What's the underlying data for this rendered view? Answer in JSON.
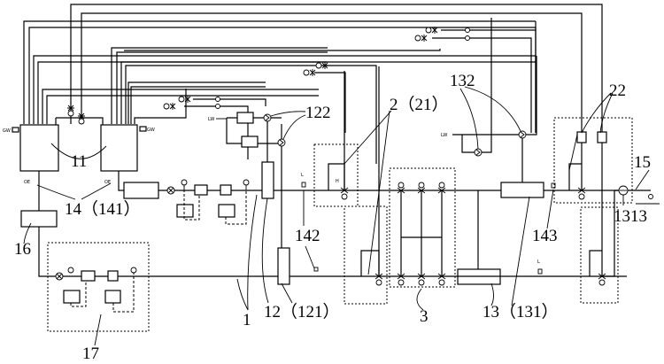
{
  "diagram": {
    "type": "process-flow-schematic",
    "labels": {
      "l1": "1",
      "l2": "2（21）",
      "l3": "3",
      "l11": "11",
      "l12": "12（121）",
      "l13": "13（131）",
      "l14": "14（141）",
      "l15": "15",
      "l16": "16",
      "l17": "17",
      "l22": "22",
      "l122": "122",
      "l132": "132",
      "l142": "142",
      "l143": "143",
      "l1313": "1313"
    },
    "small_text": {
      "tank_left_tag": "GW",
      "tank_right_tag": "GW",
      "outlet_left": "OE",
      "outlet_right": "OE",
      "inlet_a": "LW",
      "inlet_b": "LW",
      "h_mark": "H",
      "l_mark": "L"
    },
    "components": [
      {
        "id": "11",
        "name": "tanks"
      },
      {
        "id": "14",
        "name": "outlets",
        "sub": "141"
      },
      {
        "id": "16",
        "name": "unit-16"
      },
      {
        "id": "17",
        "name": "dashed-module-17"
      },
      {
        "id": "1",
        "name": "pipelines"
      },
      {
        "id": "12",
        "name": "column-12",
        "sub": "121"
      },
      {
        "id": "122",
        "name": "valves-122"
      },
      {
        "id": "142",
        "name": "sensor-142"
      },
      {
        "id": "2",
        "name": "valve-group-2",
        "sub": "21"
      },
      {
        "id": "3",
        "name": "valve-matrix-3"
      },
      {
        "id": "13",
        "name": "unit-13",
        "sub": "131"
      },
      {
        "id": "132",
        "name": "valves-132"
      },
      {
        "id": "143",
        "name": "sensor-143"
      },
      {
        "id": "22",
        "name": "valve-group-22"
      },
      {
        "id": "15",
        "name": "outlet-line-15"
      },
      {
        "id": "1313",
        "name": "pump-1313"
      }
    ]
  }
}
